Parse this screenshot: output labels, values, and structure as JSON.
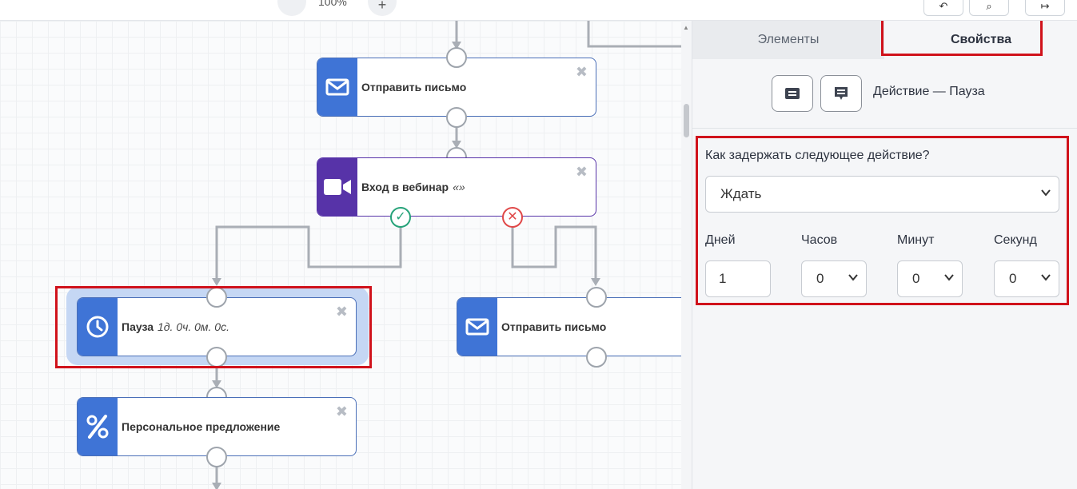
{
  "toolbar": {
    "zoom_label": "100%",
    "zoom_plus": "+",
    "btn_a": "↶",
    "btn_b": "⌕",
    "btn_c": "↦"
  },
  "nodes": {
    "send_email_1": {
      "title": "Отправить письмо",
      "close": "✖"
    },
    "webinar": {
      "title": "Вход в вебинар",
      "subtitle": "«»",
      "close": "✖"
    },
    "pause": {
      "title": "Пауза",
      "subtitle": "1д. 0ч. 0м. 0с.",
      "close": "✖"
    },
    "send_email_2": {
      "title": "Отправить письмо"
    },
    "offer": {
      "title": "Персональное предложение",
      "close": "✖"
    }
  },
  "ports": {
    "ok_mark": "✓",
    "no_mark": "✕"
  },
  "panel": {
    "tabs": {
      "elements": "Элементы",
      "properties": "Свойства"
    },
    "action_name": "Действие — Пауза",
    "question": "Как задержать следующее действие?",
    "mode_value": "Ждать",
    "fields": {
      "days_label": "Дней",
      "days_value": "1",
      "hours_label": "Часов",
      "hours_value": "0",
      "minutes_label": "Минут",
      "minutes_value": "0",
      "seconds_label": "Секунд",
      "seconds_value": "0"
    }
  },
  "colors": {
    "accent_blue": "#3f74d6",
    "webinar_purple": "#5733a8",
    "success": "#27a37a",
    "danger": "#e04848",
    "highlight": "#d0121b"
  }
}
